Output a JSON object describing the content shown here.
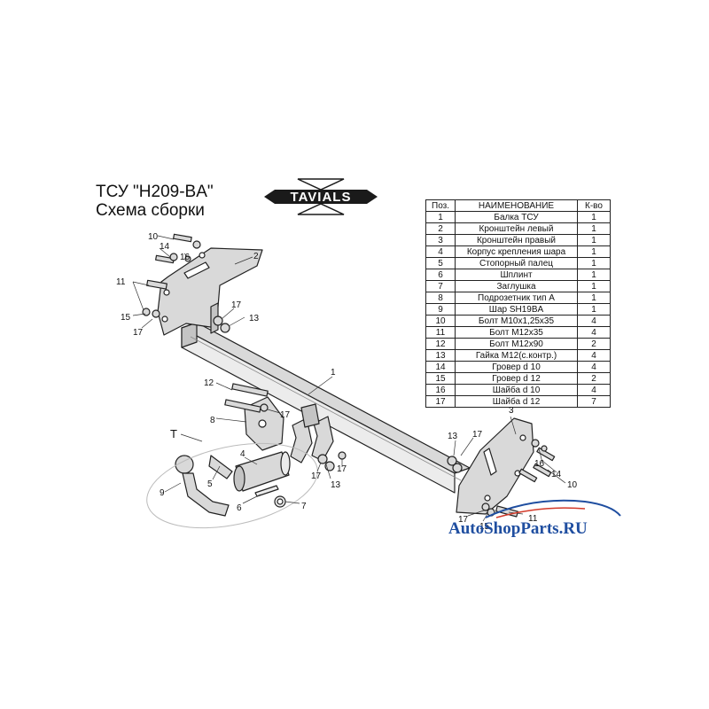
{
  "title": {
    "line1": "ТСУ  \"H209-BA\"",
    "line2": "Схема сборки"
  },
  "logo": {
    "text": "TAVIALS"
  },
  "parts_table": {
    "headers": [
      "Поз.",
      "НАИМЕНОВАНИЕ",
      "К-во"
    ],
    "rows": [
      [
        "1",
        "Балка ТСУ",
        "1"
      ],
      [
        "2",
        "Кронштейн левый",
        "1"
      ],
      [
        "3",
        "Кронштейн правый",
        "1"
      ],
      [
        "4",
        "Корпус крепления шара",
        "1"
      ],
      [
        "5",
        "Стопорный палец",
        "1"
      ],
      [
        "6",
        "Шплинт",
        "1"
      ],
      [
        "7",
        "Заглушка",
        "1"
      ],
      [
        "8",
        "Подрозетник тип А",
        "1"
      ],
      [
        "9",
        "Шар SH19BA",
        "1"
      ],
      [
        "10",
        "Болт М10х1,25х35",
        "4"
      ],
      [
        "11",
        "Болт М12х35",
        "4"
      ],
      [
        "12",
        "Болт М12х90",
        "2"
      ],
      [
        "13",
        "Гайка М12(с.контр.)",
        "4"
      ],
      [
        "14",
        "Гровер d 10",
        "4"
      ],
      [
        "15",
        "Гровер d 12",
        "2"
      ],
      [
        "16",
        "Шайба d 10",
        "4"
      ],
      [
        "17",
        "Шайба d 12",
        "7"
      ]
    ]
  },
  "callouts": {
    "c1": "1",
    "c2": "2",
    "c3": "3",
    "c4": "4",
    "c5": "5",
    "c6": "6",
    "c7": "7",
    "c8": "8",
    "c9": "9",
    "cT": "T",
    "c10a": "10",
    "c10b": "10",
    "c11a": "11",
    "c11b": "11",
    "c12": "12",
    "c13a": "13",
    "c13b": "13",
    "c13c": "13",
    "c14a": "14",
    "c14b": "14",
    "c15a": "15",
    "c15b": "15",
    "c16a": "16",
    "c16b": "16",
    "c17a": "17",
    "c17b": "17",
    "c17c": "17",
    "c17d": "17",
    "c17e": "17",
    "c17f": "17",
    "c17g": "17"
  },
  "watermark": {
    "text": "AutoShopParts.RU"
  },
  "colors": {
    "metal": "#d9d9d9",
    "line": "#222222",
    "brand": "#1f4ea0",
    "accent": "#d23a2a"
  }
}
